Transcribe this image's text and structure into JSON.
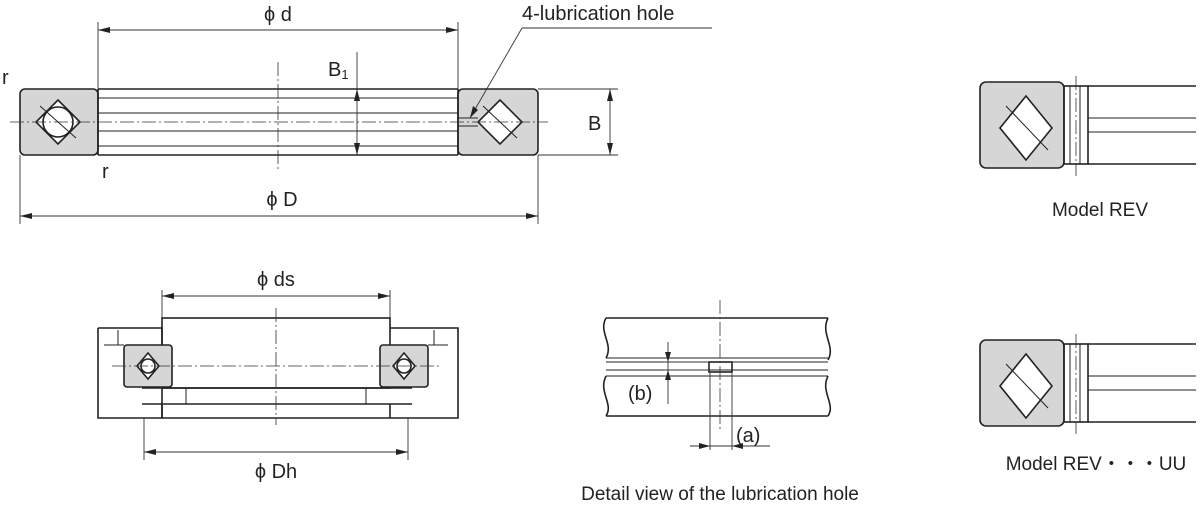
{
  "labels": {
    "phi_d": "ϕ d",
    "b1": "B1",
    "b1_main": "B",
    "b1_sub": "1",
    "b": "B",
    "r_top": "r",
    "r_bottom": "r",
    "phi_D": "ϕ D",
    "lubrication_hole": "4-lubrication hole",
    "phi_ds": "ϕ ds",
    "phi_Dh": "ϕ Dh",
    "detail_a": "(a)",
    "detail_b": "(b)"
  },
  "captions": {
    "model_rev": "Model REV",
    "model_rev_uu": "Model REV・・・UU",
    "detail_view": "Detail view of the lubrication hole"
  },
  "colors": {
    "line": "#222222",
    "section_fill": "#d6d6d6",
    "background": "#ffffff"
  }
}
